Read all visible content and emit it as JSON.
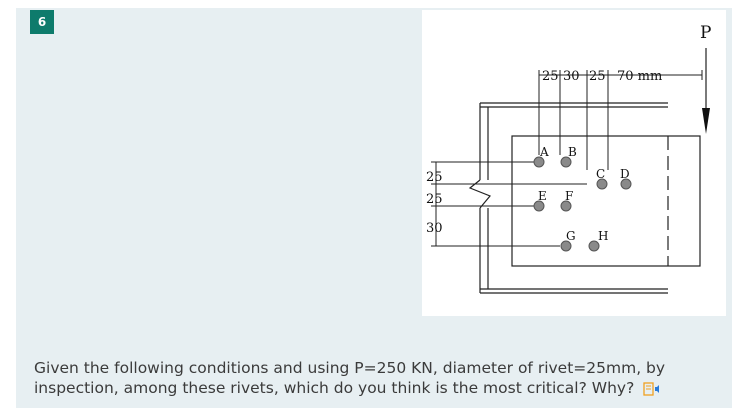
{
  "question": {
    "number": "6",
    "text_line1": "Given the following conditions and using P=250 KN, diameter of rivet=25mm, by",
    "text_line2": "inspection, among these rivets, which do you think is the most critical? Why?",
    "read_aloud_icon": "immersive-reader-icon"
  },
  "figure": {
    "load_label": "P",
    "top_dims": [
      "25",
      "30",
      "25",
      "70 mm"
    ],
    "left_dims": [
      "25",
      "25",
      "30"
    ],
    "rivet_labels": [
      "A",
      "B",
      "C",
      "D",
      "E",
      "F",
      "G",
      "H"
    ],
    "colors": {
      "rivet_fill": "#8a8a8a",
      "line": "#222222",
      "accent": "#0e7b6c"
    }
  }
}
